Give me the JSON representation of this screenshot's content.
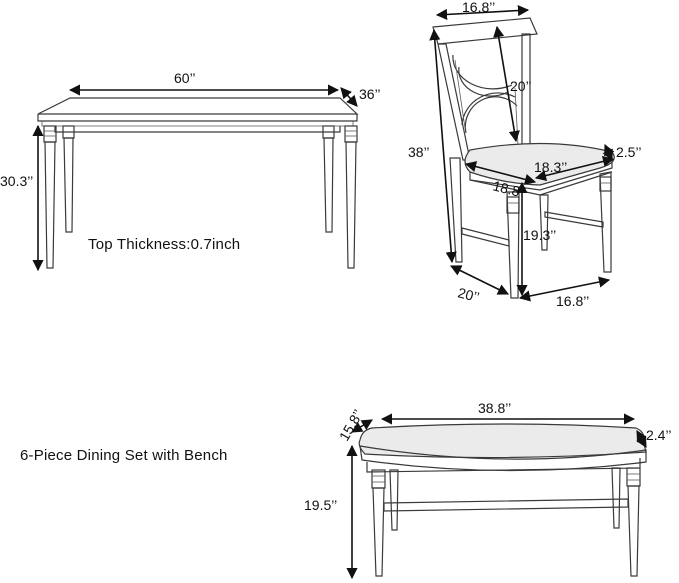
{
  "captions": {
    "top_thickness": "Top Thickness:0.7inch",
    "set_name": "6-Piece Dining Set with Bench"
  },
  "table": {
    "length": "60’’",
    "width": "36’’",
    "height": "30.3’’"
  },
  "chair": {
    "back_width": "16.8’’",
    "back_height": "20’’",
    "total_height": "38’’",
    "seat_width": "18.3’’",
    "seat_depth": "18.8’’",
    "seat_thickness": "2.5’’",
    "seat_height": "19.3’’",
    "base_depth": "20’’",
    "base_width": "16.8’’"
  },
  "bench": {
    "length": "38.8’’",
    "depth": "15.8’’",
    "cushion_thickness": "2.4’’",
    "height": "19.5’’"
  },
  "colors": {
    "outline": "#3a3a3a",
    "arrow": "#111111",
    "cushion": "#ebebeb"
  }
}
